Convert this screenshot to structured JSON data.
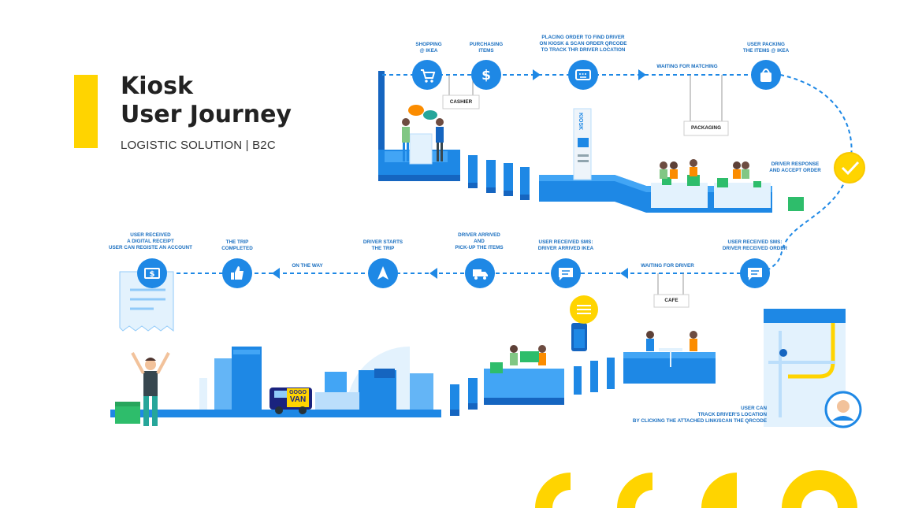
{
  "title": {
    "line1": "Kiosk",
    "line2": "User Journey"
  },
  "subtitle": "LOGISTIC SOLUTION | B2C",
  "colors": {
    "blue": "#1E88E5",
    "dark_blue": "#1565C0",
    "light_blue": "#42A5F5",
    "yellow": "#FFD400",
    "green": "#2EBD6B"
  },
  "top_steps": [
    {
      "label": "SHOPPING\n@ IKEA",
      "icon": "cart-icon"
    },
    {
      "label": "PURCHASING\nITEMS",
      "icon": "dollar-icon"
    },
    {
      "label": "PLACING ORDER TO FIND DRIVER\nON KIOSK & SCAN ORDER QRCODE\nTO TRACK THR DRIVER LOCATION",
      "icon": "keyboard-icon"
    },
    {
      "label": "USER PACKING\nTHE ITEMS @ IKEA",
      "icon": "bag-icon"
    }
  ],
  "waiting_matching": "WAITING FOR MATCHING",
  "driver_response": "DRIVER RESPONSE\nAND ACCEPT ORDER",
  "bottom_steps": [
    {
      "label": "USER RECEIVED\nA DIGITAL RECEIPT\nUSER CAN REGISTE AN ACCOUNT",
      "icon": "receipt-icon"
    },
    {
      "label": "THE TRIP\nCOMPLETED",
      "icon": "thumbs-up-icon"
    },
    {
      "label": "DRIVER STARTS\nTHE TRIP",
      "icon": "navigation-icon"
    },
    {
      "label": "DRIVER ARRIVED\nAND\nPICK-UP THE ITEMS",
      "icon": "truck-icon"
    },
    {
      "label": "USER RECEIVED SMS:\nDRIVER ARRIVED IKEA",
      "icon": "message-icon"
    },
    {
      "label": "USER RECEIVED SMS:\nDRIVER RECEIVED ORDER",
      "icon": "message-icon"
    }
  ],
  "on_the_way": "ON THE WAY",
  "waiting_driver": "WAITING FOR DRIVER",
  "signs": {
    "cashier": "CASHIER",
    "packaging": "PACKAGING",
    "cafe": "CAFE",
    "kiosk": "KIOSK"
  },
  "van": {
    "line1": "GOGO",
    "line2": "VAN"
  },
  "track_note": "USER CAN\nTRACK DRIVER'S LOCATION\nBY CLICKING THE ATTACHED LINK/SCAN THE QRCODE"
}
